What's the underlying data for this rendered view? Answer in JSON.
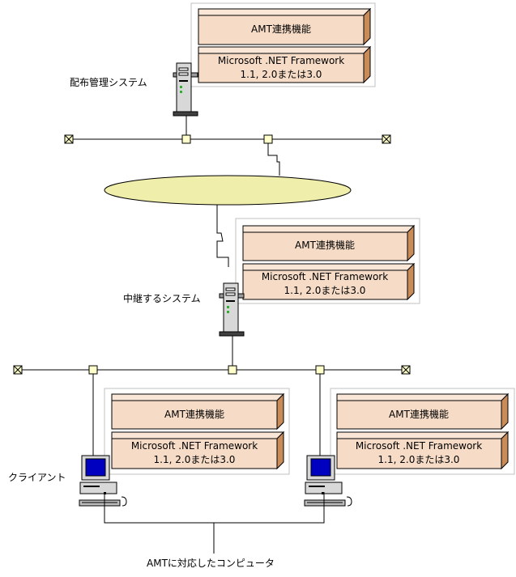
{
  "colors": {
    "box_fill": "#f6dcc7",
    "box_side": "#c98c58",
    "panel_border": "#c0c0c0",
    "network_cloud": "#efeeaa",
    "node_fill": "#ffffcc"
  },
  "labels": {
    "distribution_system": "配布管理システム",
    "relay_system": "中継するシステム",
    "client": "クライアント",
    "amt_computer": "AMTに対応したコンピュータ"
  },
  "software_boxes": {
    "amt": "AMT連携機能",
    "dotnet_line1": "Microsoft .NET Framework",
    "dotnet_line2": "1.1, 2.0または3.0"
  },
  "icons": [
    "server-tower-icon",
    "server-tower-icon",
    "desktop-computer-icon",
    "desktop-computer-icon",
    "network-terminator-icon",
    "network-node-icon",
    "wan-cloud"
  ]
}
